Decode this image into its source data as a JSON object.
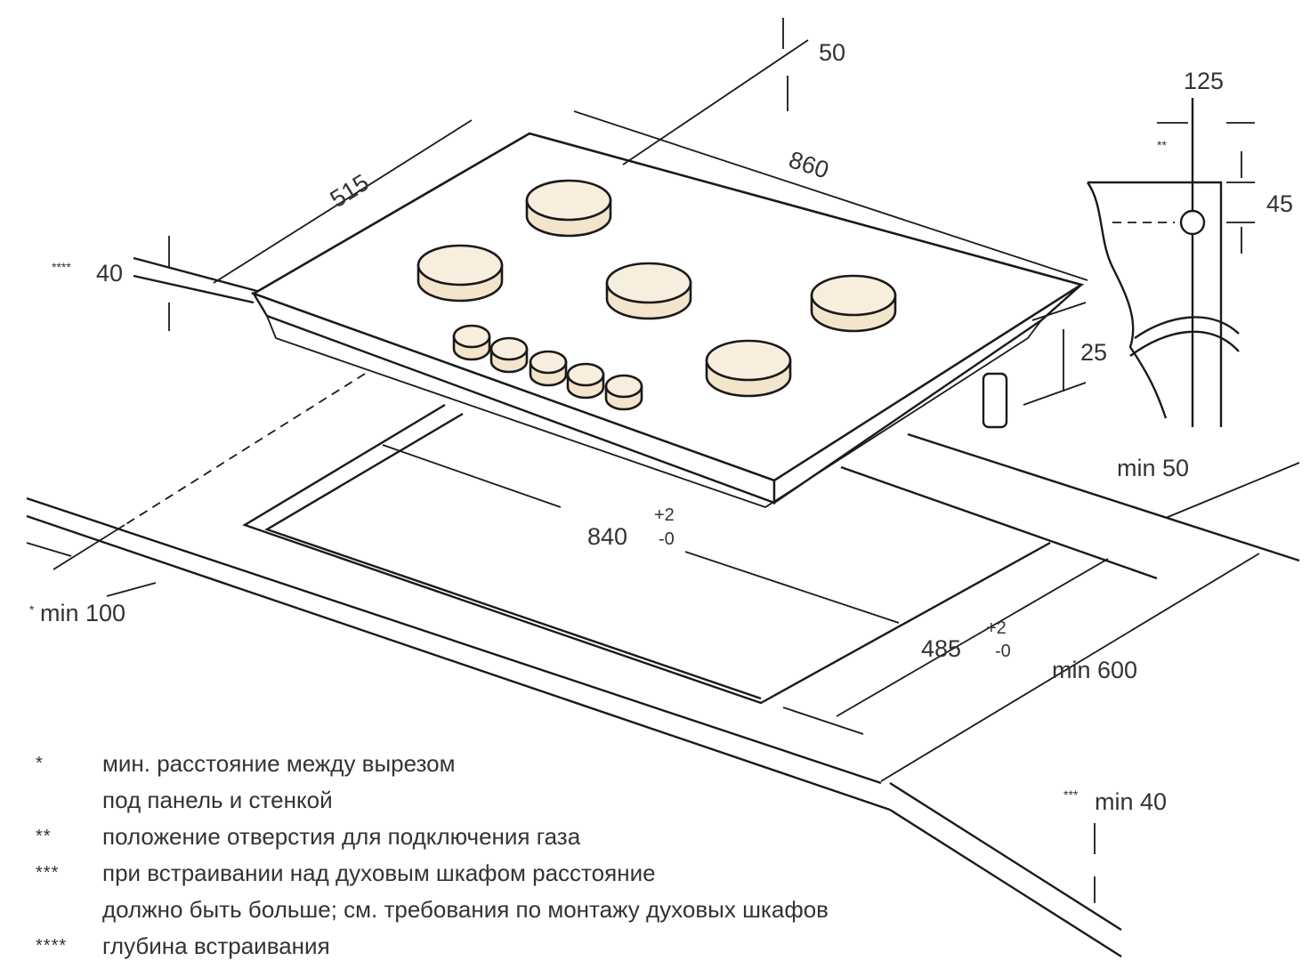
{
  "diagram": {
    "subject": "gas-hob-installation-diagram",
    "dimensions": {
      "depth_top": "515",
      "width_top": "860",
      "rear_clearance": "50",
      "front_clearance_marked": "40",
      "front_clearance_mark": "****",
      "height_below": "25",
      "gas_offset_x": "125",
      "gas_offset_y": "45",
      "cutout_width": "840",
      "cutout_width_tol_plus": "+2",
      "cutout_width_tol_minus": "-0",
      "cutout_depth": "485",
      "cutout_depth_tol_plus": "+2",
      "cutout_depth_tol_minus": "-0",
      "side_min": "min 50",
      "left_min": "min 100",
      "left_min_mark": "*",
      "worktop_depth_min": "min 600",
      "worktop_thickness_min": "min 40",
      "worktop_thickness_mark": "***"
    },
    "gas_mark": "**",
    "burners": 5,
    "knobs": 5
  },
  "legend": [
    {
      "mark": "*",
      "text": "мин. расстояние между вырезом"
    },
    {
      "mark": "",
      "text": "под панель и стенкой"
    },
    {
      "mark": "**",
      "text": "положение отверстия для подключения газа"
    },
    {
      "mark": "***",
      "text": "при встраивании над духовым шкафом расстояние"
    },
    {
      "mark": "",
      "text": "должно быть больше; см. требования по монтажу духовых шкафов"
    },
    {
      "mark": "****",
      "text": "глубина встраивания"
    }
  ]
}
